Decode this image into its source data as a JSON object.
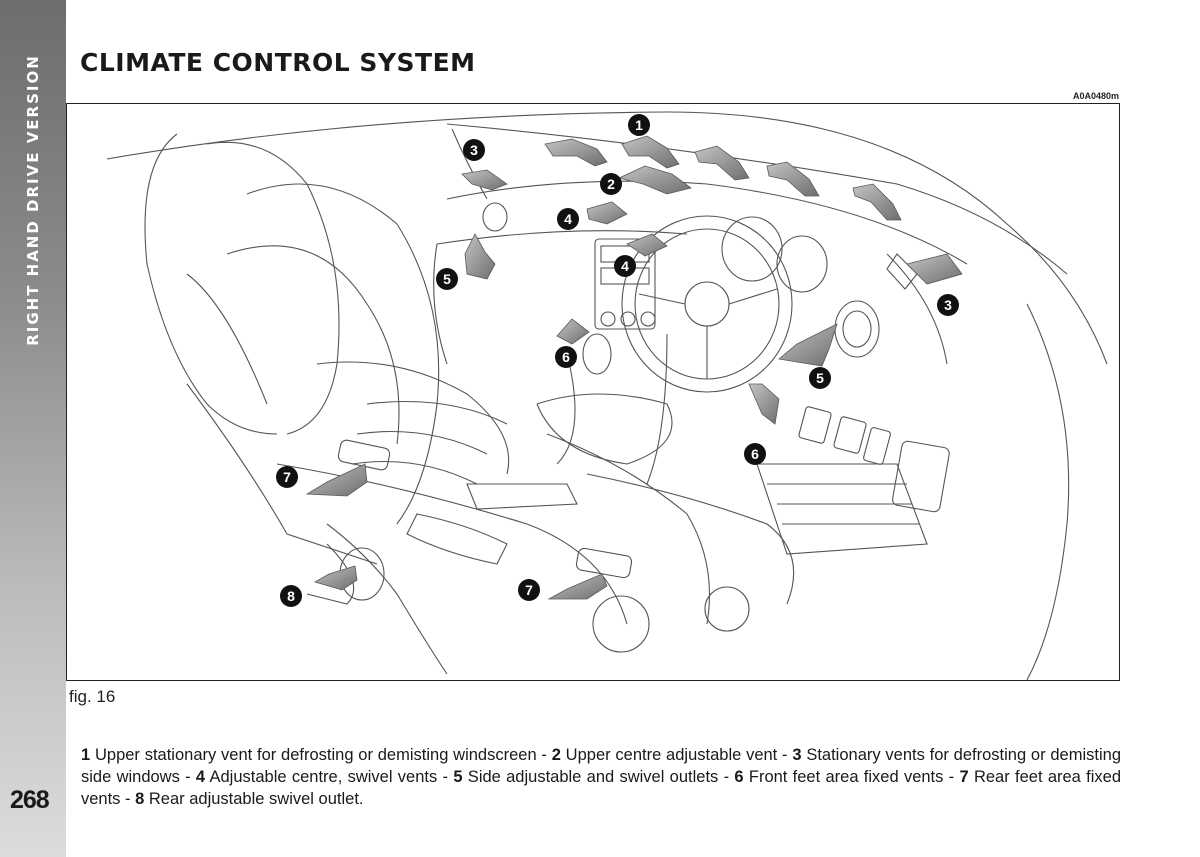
{
  "side_tab": {
    "label": "RIGHT HAND DRIVE VERSION"
  },
  "page_number": "268",
  "title": "CLIMATE CONTROL SYSTEM",
  "figure": {
    "code": "A0A0480m",
    "caption": "fig. 16",
    "callouts": [
      {
        "label": "1"
      },
      {
        "label": "2"
      },
      {
        "label": "3"
      },
      {
        "label": "3"
      },
      {
        "label": "4"
      },
      {
        "label": "4"
      },
      {
        "label": "5"
      },
      {
        "label": "5"
      },
      {
        "label": "6"
      },
      {
        "label": "6"
      },
      {
        "label": "7"
      },
      {
        "label": "7"
      },
      {
        "label": "8"
      }
    ]
  },
  "legend": {
    "items": [
      {
        "num": "1",
        "text": " Upper stationary vent for defrosting or demisting windscreen - "
      },
      {
        "num": "2",
        "text": " Upper centre adjustable vent - "
      },
      {
        "num": "3",
        "text": " Stationary vents for defrosting or demisting side windows - "
      },
      {
        "num": "4",
        "text": " Adjustable centre, swivel vents - "
      },
      {
        "num": "5",
        "text": " Side adjustable and swivel outlets - "
      },
      {
        "num": "6",
        "text": " Front feet area fixed vents - "
      },
      {
        "num": "7",
        "text": " Rear feet area fixed vents - "
      },
      {
        "num": "8",
        "text": " Rear adjustable swivel outlet."
      }
    ]
  }
}
